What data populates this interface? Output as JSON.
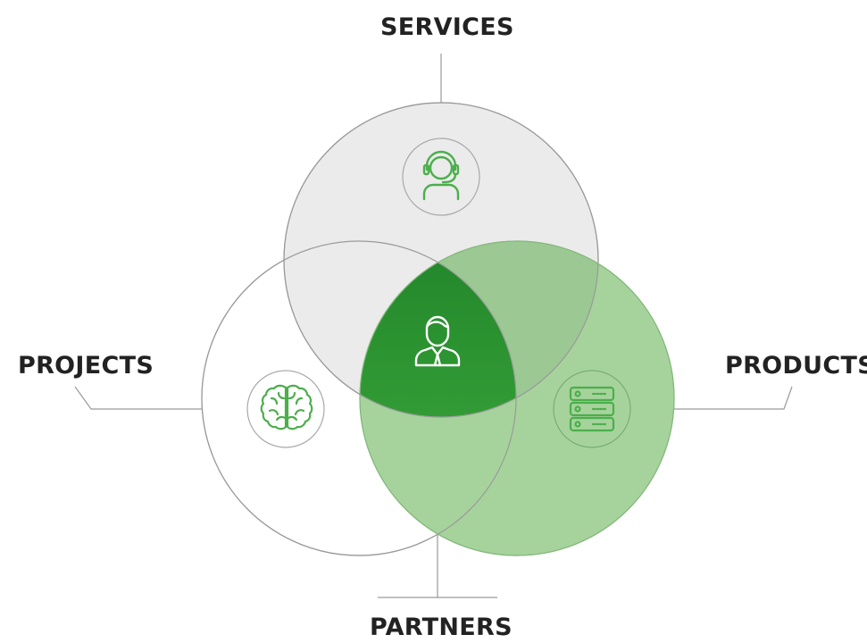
{
  "labels": {
    "services": "SERVICES",
    "projects": "PROJECTS",
    "products": "PRODUCTS",
    "partners": "PARTNERS"
  },
  "colors": {
    "services_fill": "#ebebeb",
    "products_fill": "#a6d39c",
    "overlap_services_products": "#9bc893",
    "center_fill": "#2a9a2f",
    "outline": "#9e9e9e",
    "icon_green": "#4cae4c",
    "label_text": "#222222"
  },
  "icons": {
    "services": "headset-agent-icon",
    "projects": "brain-icon",
    "products": "server-rack-icon",
    "center": "businessman-icon"
  }
}
